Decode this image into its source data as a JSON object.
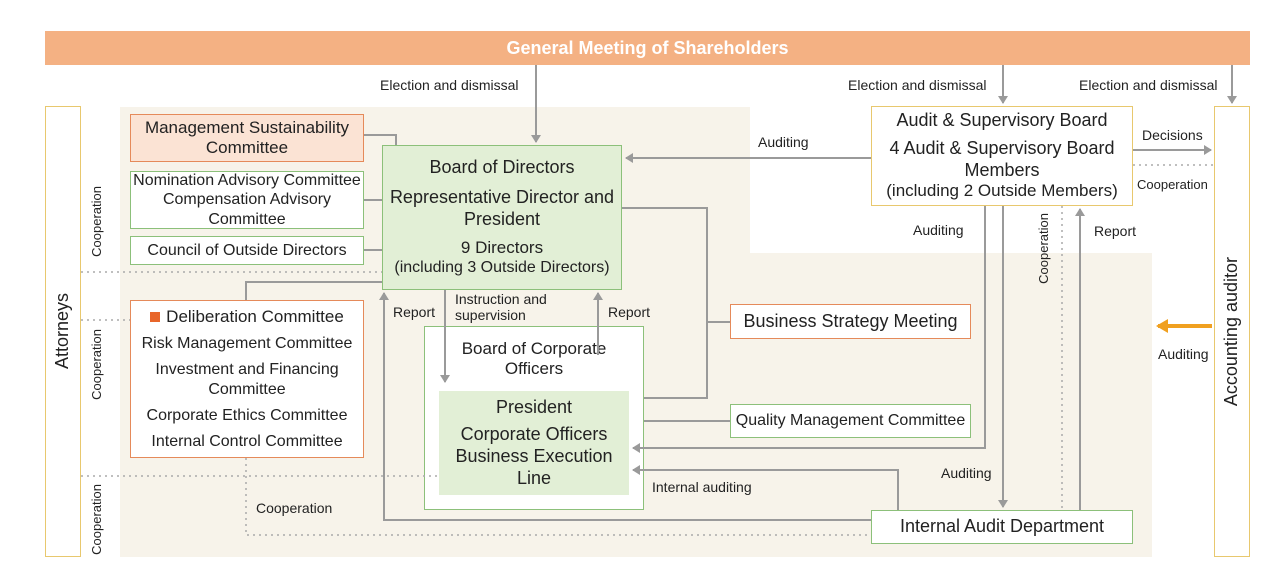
{
  "shareholders": "General Meeting of Shareholders",
  "attorneys": "Attorneys",
  "accounting_auditor": "Accounting auditor",
  "management_sustainability": "Management Sustainability Committee",
  "nomination_advisory": "Nomination Advisory Committee",
  "compensation_advisory": "Compensation Advisory Committee",
  "council_outside": "Council of Outside Directors",
  "board": {
    "title": "Board of Directors",
    "rep": "Representative Director and President",
    "directors": "9 Directors",
    "outside": "(including 3 Outside Directors)"
  },
  "audit_board": {
    "title": "Audit & Supervisory Board",
    "members": "4 Audit & Supervisory Board Members",
    "outside": "(including 2 Outside Members)"
  },
  "committees": {
    "deliberation": "Deliberation Committee",
    "risk": "Risk Management Committee",
    "investment": "Investment and Financing Committee",
    "ethics": "Corporate Ethics Committee",
    "internal_control": "Internal Control Committee"
  },
  "corporate_officers_board": "Board of Corporate Officers",
  "execution": {
    "president": "President",
    "officers": "Corporate Officers Business Execution Line"
  },
  "business_strategy": "Business Strategy Meeting",
  "quality_mgmt": "Quality Management Committee",
  "internal_audit": "Internal Audit Department",
  "labels": {
    "election1": "Election and dismissal",
    "election2": "Election and dismissal",
    "election3": "Election and dismissal",
    "auditing1": "Auditing",
    "auditing2": "Auditing",
    "auditing3": "Auditing",
    "auditing_acct": "Auditing",
    "decisions": "Decisions",
    "cooperation_acct": "Cooperation",
    "report_right": "Report",
    "cooperation_vert": "Cooperation",
    "report_left": "Report",
    "instruction": "Instruction and supervision",
    "report_mid": "Report",
    "internal_auditing": "Internal auditing",
    "cooperation_bottom": "Cooperation",
    "coop_att1": "Cooperation",
    "coop_att2": "Cooperation",
    "coop_att3": "Cooperation"
  },
  "colors": {
    "shareholders_bar": "#f4b183",
    "orange_border": "#e58a5a",
    "green_border": "#8cc07a",
    "green_fill": "#e2efd6",
    "zone": "#f7f3ea",
    "arrow_gray": "#9a9a9a",
    "accent_arrow": "#f0a020"
  }
}
